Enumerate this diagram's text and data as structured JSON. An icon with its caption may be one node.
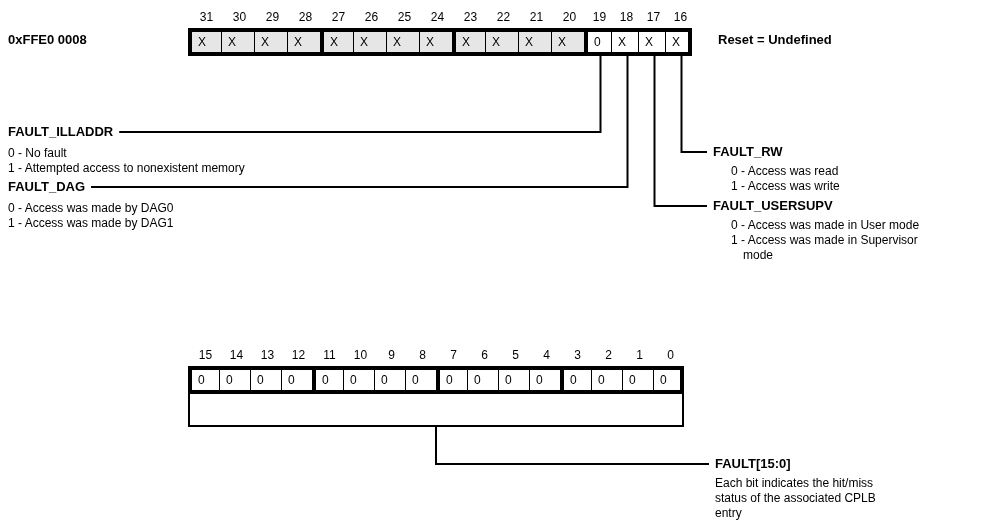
{
  "diagram": {
    "nodes": [
      {
        "text": [
          "X"
        ],
        "beside": [
          "31"
        ]
      },
      {
        "text": [
          "X"
        ],
        "beside": [
          "30"
        ]
      },
      {
        "text": [
          "X"
        ],
        "beside": [
          "29"
        ]
      },
      {
        "text": [
          "X"
        ],
        "beside": [
          "28"
        ]
      },
      {
        "text": [
          "X"
        ],
        "beside": [
          "27"
        ]
      },
      {
        "text": [
          "X"
        ],
        "beside": [
          "26"
        ]
      },
      {
        "text": [
          "X"
        ],
        "beside": [
          "25"
        ]
      },
      {
        "text": [
          "X"
        ],
        "beside": [
          "24"
        ]
      },
      {
        "text": [
          "X"
        ],
        "beside": [
          "23"
        ]
      },
      {
        "text": [
          "X"
        ],
        "beside": [
          "22"
        ]
      },
      {
        "text": [
          "X"
        ],
        "beside": [
          "21"
        ]
      },
      {
        "text": [
          "X"
        ],
        "beside": [
          "20"
        ]
      },
      {
        "text": [
          "0"
        ],
        "beside": [
          "19"
        ]
      },
      {
        "text": [
          "X"
        ],
        "beside": [
          "18"
        ]
      },
      {
        "text": [
          "X"
        ],
        "beside": [
          "17"
        ]
      },
      {
        "text": [
          "X"
        ],
        "beside": [
          "16"
        ]
      },
      {
        "text": [
          "FAULT_ILLADDR"
        ],
        "beside": [
          "0 - No fault",
          "1 - Attempted access to nonexistent memory"
        ]
      },
      {
        "text": [
          "FAULT_RW"
        ],
        "beside": [
          "0 - Access was read",
          "1 - Access was write"
        ]
      },
      {
        "text": [
          "FAULT_DAG"
        ],
        "beside": [
          "0 - Access was made by DAG0",
          "1 - Access was made by DAG1"
        ]
      },
      {
        "text": [
          "FAULT_USERSUPV"
        ],
        "beside": [
          "0 - Access was made in User mode",
          "1 - Access was made in Supervisor mode"
        ]
      },
      {
        "text": [
          "0"
        ],
        "beside": [
          "15"
        ]
      },
      {
        "text": [
          "0"
        ],
        "beside": [
          "14"
        ]
      },
      {
        "text": [
          "0"
        ],
        "beside": [
          "13"
        ]
      },
      {
        "text": [
          "0"
        ],
        "beside": [
          "12"
        ]
      },
      {
        "text": [
          "0"
        ],
        "beside": [
          "11"
        ]
      },
      {
        "text": [
          "0"
        ],
        "beside": [
          "10"
        ]
      },
      {
        "text": [
          "0"
        ],
        "beside": [
          "9"
        ]
      },
      {
        "text": [
          "0"
        ],
        "beside": [
          "8"
        ]
      },
      {
        "text": [
          "0"
        ],
        "beside": [
          "7"
        ]
      },
      {
        "text": [
          "0"
        ],
        "beside": [
          "6"
        ]
      },
      {
        "text": [
          "0"
        ],
        "beside": [
          "5"
        ]
      },
      {
        "text": [
          "0"
        ],
        "beside": [
          "4"
        ]
      },
      {
        "text": [
          "0"
        ],
        "beside": [
          "3"
        ]
      },
      {
        "text": [
          "0"
        ],
        "beside": [
          "2"
        ]
      },
      {
        "text": [
          "0"
        ],
        "beside": [
          "1"
        ]
      },
      {
        "text": [
          "0"
        ],
        "beside": [
          "0"
        ]
      },
      {
        "text": [],
        "shape": "bracket"
      },
      {
        "text": [
          "FAULT[15:0]"
        ],
        "beside": [
          "Each bit indicates the hit/miss status of the associated CPLB entry"
        ]
      }
    ],
    "edges": [
      {
        "from": 12,
        "to": 16,
        "arrow": "none"
      },
      {
        "from": 15,
        "to": 17,
        "arrow": "none"
      },
      {
        "from": 13,
        "to": 18,
        "arrow": "none"
      },
      {
        "from": 14,
        "to": 19,
        "arrow": "none"
      },
      {
        "from": 36,
        "to": 37,
        "arrow": "none"
      }
    ],
    "labels": [
      "0xFFE0 0008",
      "Reset = Undefined"
    ]
  }
}
